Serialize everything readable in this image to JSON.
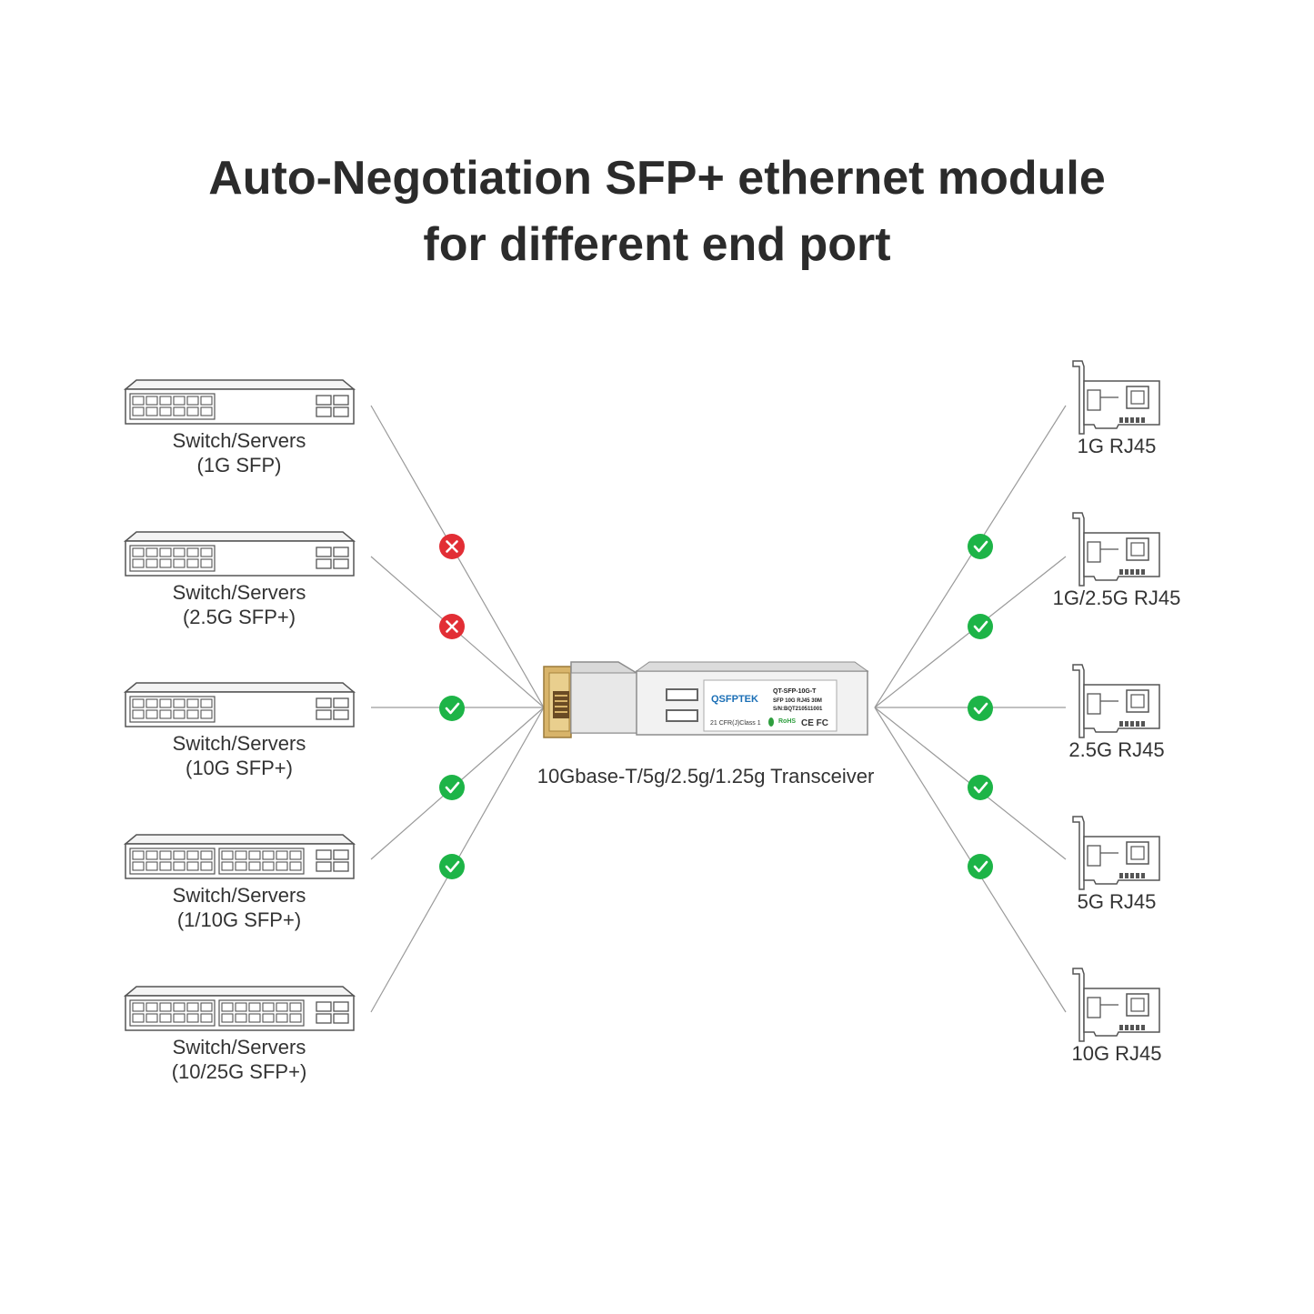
{
  "title": {
    "line1": "Auto-Negotiation SFP+ ethernet module",
    "line2": "for different end port"
  },
  "colors": {
    "check": "#1db447",
    "cross": "#e22e35",
    "line": "#9a9a9a",
    "device": "#555555",
    "brand": "#1b6fb6"
  },
  "module": {
    "caption": "10Gbase-T/5g/2.5g/1.25g Transceiver",
    "brand": "QSFPTEK",
    "part_number": "QT-SFP-10G-T",
    "spec": "SFP 10G RJ45 30M",
    "serial": "S/N:BQT210511001",
    "class_text": "21 CFR(J)Class 1",
    "rohs": "RoHS",
    "cert": "CE FC"
  },
  "switches": [
    {
      "line1": "Switch/Servers",
      "line2": "(1G SFP)",
      "status": "cross",
      "icon": "switch-icon"
    },
    {
      "line1": "Switch/Servers",
      "line2": "(2.5G SFP+)",
      "status": "cross",
      "icon": "switch-icon"
    },
    {
      "line1": "Switch/Servers",
      "line2": "(10G SFP+)",
      "status": "check",
      "icon": "switch-icon"
    },
    {
      "line1": "Switch/Servers",
      "line2": "(1/10G SFP+)",
      "status": "check",
      "icon": "switch-icon"
    },
    {
      "line1": "Switch/Servers",
      "line2": "(10/25G SFP+)",
      "status": "check",
      "icon": "switch-icon"
    }
  ],
  "nics": [
    {
      "label": "1G RJ45",
      "status": "check",
      "icon": "network-card-icon"
    },
    {
      "label": "1G/2.5G RJ45",
      "status": "check",
      "icon": "network-card-icon"
    },
    {
      "label": "2.5G RJ45",
      "status": "check",
      "icon": "network-card-icon"
    },
    {
      "label": "5G RJ45",
      "status": "check",
      "icon": "network-card-icon"
    },
    {
      "label": "10G RJ45",
      "status": "check",
      "icon": "network-card-icon"
    }
  ]
}
